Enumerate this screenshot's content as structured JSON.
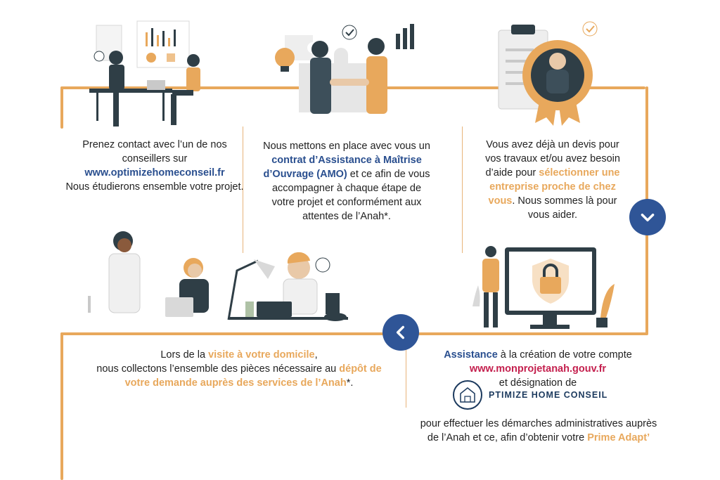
{
  "step1": {
    "line1": "Prenez contact avec l’un de nos",
    "line2": "conseillers sur",
    "link": "www.optimizehomeconseil.fr",
    "line3": "Nous étudierons ensemble votre projet."
  },
  "step2": {
    "pre": "Nous mettons en place avec vous un",
    "highlight1": "contrat d’Assistance à Maîtrise",
    "highlight2": "d’Ouvrage (AMO)",
    "post1": " et ce afin de vous",
    "post2": "accompagner à chaque étape de",
    "post3": "votre projet et conformément aux",
    "post4": "attentes de l’Anah*."
  },
  "step3": {
    "line1": "Vous avez déjà un devis pour",
    "line2": "vos travaux  et/ou avez besoin",
    "line3": "d’aide pour ",
    "highlight1": "sélectionner une",
    "highlight2": "entreprise proche de chez",
    "highlight3": "vous",
    "post1": ". Nous sommes là pour",
    "post2": "vous aider."
  },
  "step4": {
    "highlight": "Assistance",
    "line1": " à la création de votre compte",
    "link": "www.monprojetanah.gouv.fr",
    "line2": "et désignation de",
    "logo_text": "PTIMIZE HOME CONSEIL",
    "line3": "pour effectuer les démarches administratives auprès",
    "line4": "de l’Anah et ce, afin d’obtenir votre ",
    "highlight2": "Prime Adapt’"
  },
  "step5": {
    "pre": "Lors de la ",
    "highlight1": "visite à votre domicile",
    "comma": ",",
    "line2": "nous collectons  l’ensemble des pièces nécessaire au ",
    "highlight2": "dépôt de",
    "highlight3": "votre demande  auprès des services de l’Anah",
    "post": "*."
  },
  "colors": {
    "path": "#e8a85c",
    "accent_blue": "#2a4f8f",
    "accent_orange": "#e8a85c",
    "link_pink": "#c4204e",
    "nav_blue": "#2f5597"
  },
  "icons": {
    "down": "chevron-down-icon",
    "left": "chevron-left-icon"
  }
}
